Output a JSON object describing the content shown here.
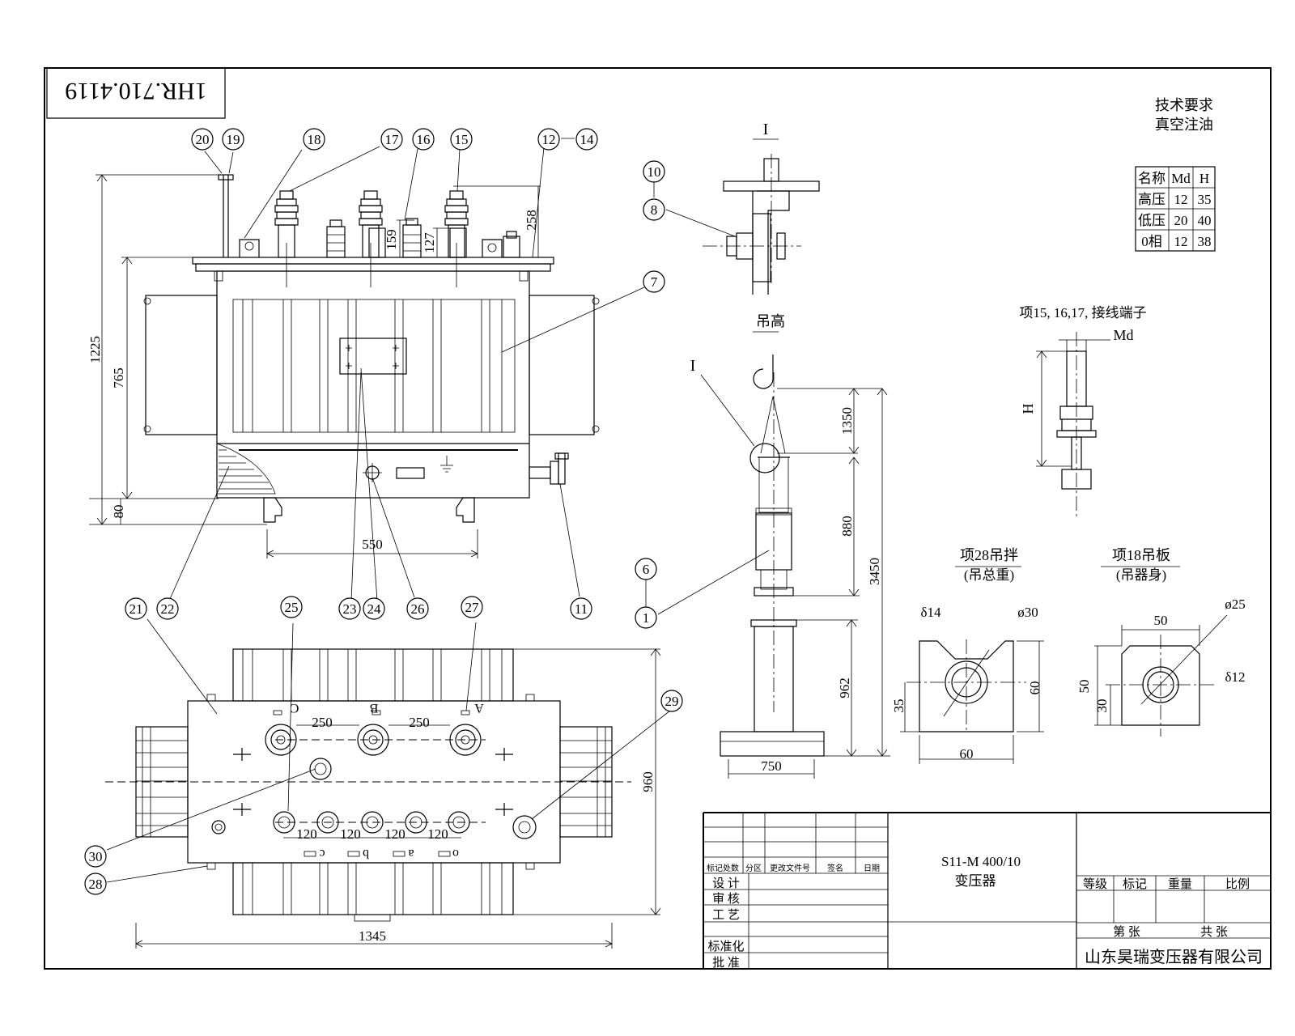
{
  "drawing_no": "1HR.710.4119",
  "notes": {
    "heading": "技术要求",
    "line1": "真空注油"
  },
  "terminal_table": {
    "headers": [
      "名称",
      "Md",
      "H"
    ],
    "rows": [
      [
        "高压",
        "12",
        "35"
      ],
      [
        "低压",
        "20",
        "40"
      ],
      [
        "0相",
        "12",
        "38"
      ]
    ]
  },
  "terminal_caption": "项15, 16,17, 接线端子",
  "terminal_md": "Md",
  "terminal_h": "H",
  "lifting_caption": "吊高",
  "section_label": "I",
  "lug28": {
    "title": "项28吊拌",
    "subtitle": "(吊总重)"
  },
  "lug18": {
    "title": "项18吊板",
    "subtitle": "(吊器身)"
  },
  "dims": {
    "h1225": "1225",
    "h765": "765",
    "h80": "80",
    "w550": "550",
    "d258": "258",
    "d159": "159",
    "d127": "127",
    "d1350": "1350",
    "d880": "880",
    "d3450": "3450",
    "d962": "962",
    "w750": "750",
    "p250a": "250",
    "p250b": "250",
    "p120a": "120",
    "p120b": "120",
    "p120c": "120",
    "p120d": "120",
    "w1345": "1345",
    "h960": "960",
    "l28_d": "ø30",
    "l28_s": "δ14",
    "l28_h": "60",
    "l28_w": "60",
    "l28_c": "35",
    "l18_d": "ø25",
    "l18_s": "δ12",
    "l18_w": "50",
    "l18_h": "50",
    "l18_c": "30"
  },
  "phase_labels": {
    "hv": [
      "C",
      "B",
      "A"
    ],
    "lv": [
      "c",
      "b",
      "a",
      "o"
    ]
  },
  "balloons": [
    "20",
    "19",
    "18",
    "17",
    "16",
    "15",
    "12",
    "14",
    "10",
    "8",
    "7",
    "6",
    "1",
    "21",
    "22",
    "25",
    "23",
    "24",
    "26",
    "27",
    "11",
    "29",
    "30",
    "28"
  ],
  "title_block": {
    "model": "S11-M 400/10",
    "name": "变压器",
    "row_labels": [
      "标记处数",
      "分区",
      "更改文件号",
      "签名",
      "日期"
    ],
    "sign_rows": [
      "设 计",
      "审 核",
      "工 艺",
      "标准化",
      "批 准"
    ],
    "cols": [
      "等级",
      "标记",
      "重量",
      "比例"
    ],
    "sheet": [
      "第 张",
      "共 张"
    ],
    "company": "山东昊瑞变压器有限公司"
  }
}
